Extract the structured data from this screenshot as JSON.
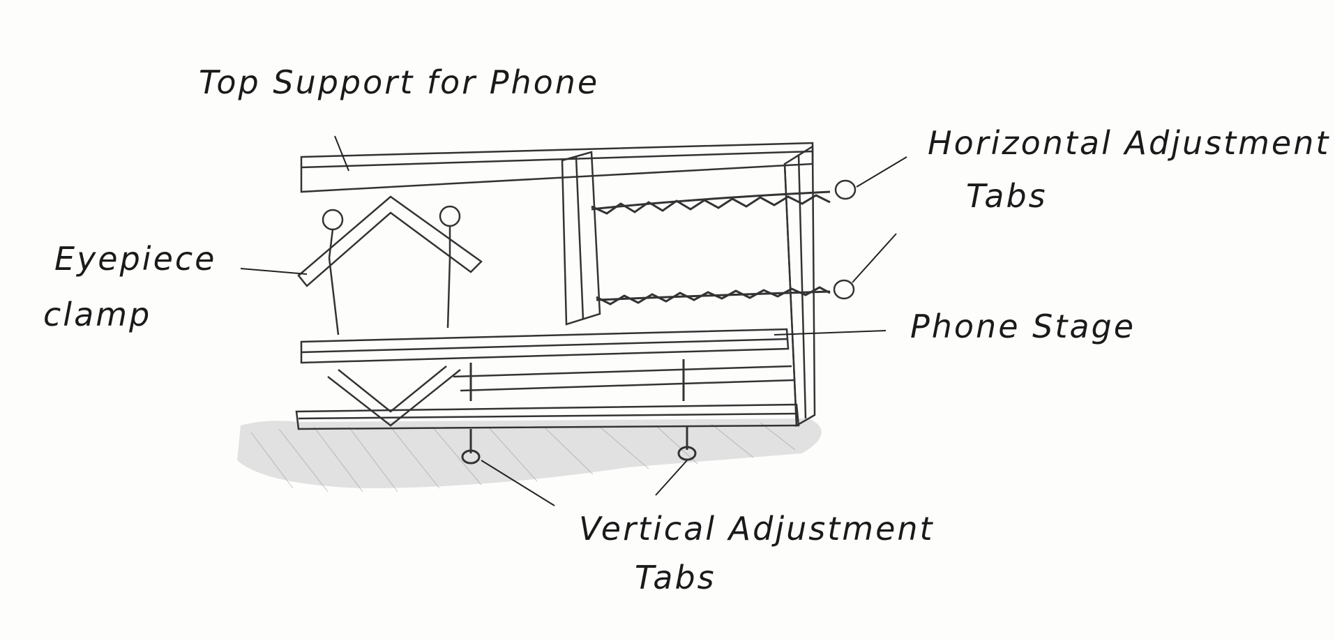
{
  "labels": {
    "top_support": "Top Support for Phone",
    "horizontal_line1": "Horizontal Adjustment",
    "horizontal_line2": "Tabs",
    "eyepiece_line1": "Eyepiece",
    "eyepiece_line2": "clamp",
    "phone_stage": "Phone Stage",
    "vertical_line1": "Vertical Adjustment",
    "vertical_line2": "Tabs"
  },
  "colors": {
    "ink": "#1a1a1a",
    "pencil": "#444444",
    "shade": "#9a9a9a",
    "paper": "#fdfdfc"
  }
}
